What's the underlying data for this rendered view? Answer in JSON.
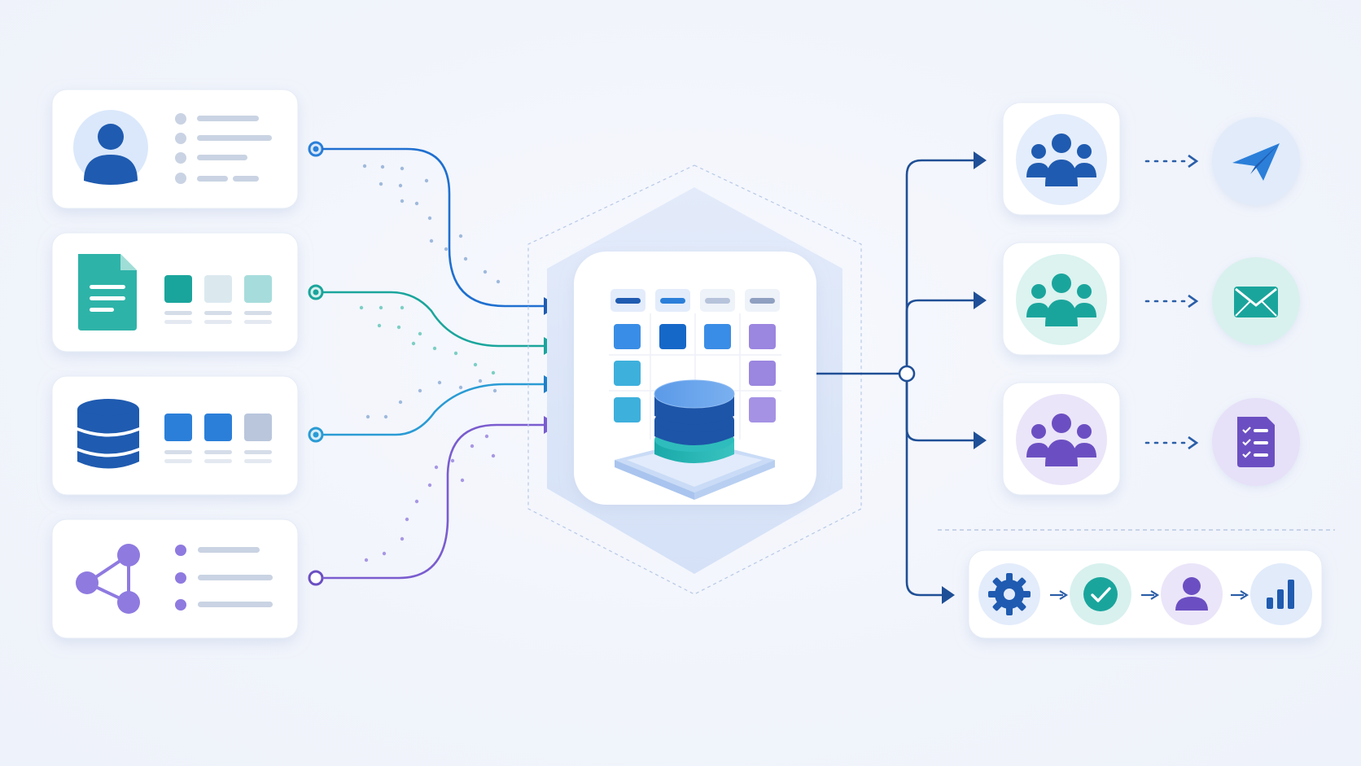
{
  "diagram": {
    "colors": {
      "background": "#f3f6fc",
      "card": "#ffffff",
      "card_shadow": "#d9e2f2",
      "blue_dark": "#1f5bb0",
      "blue": "#2b7fd9",
      "blue_light": "#dbe8fb",
      "teal": "#1aa59c",
      "teal_light": "#d7f1ee",
      "sky": "#34a8d6",
      "purple": "#7a5ccf",
      "purple_light": "#e8e1f8",
      "line_gray": "#c9d3e3"
    },
    "sources": [
      {
        "name": "user-profile-source",
        "icon": "user-icon",
        "color": "#1f5bb0"
      },
      {
        "name": "document-source",
        "icon": "document-icon",
        "color": "#1aa59c"
      },
      {
        "name": "database-source",
        "icon": "database-icon",
        "color": "#1f5bb0"
      },
      {
        "name": "network-graph-source",
        "icon": "share-network-icon",
        "color": "#7a5ccf"
      }
    ],
    "hub": {
      "icon": "data-warehouse-icon"
    },
    "outputs": [
      {
        "name": "blue-team",
        "icon": "team-icon",
        "target_icon": "send-icon",
        "color": "#1f5bb0"
      },
      {
        "name": "teal-team",
        "icon": "team-icon",
        "target_icon": "mail-icon",
        "color": "#1aa59c"
      },
      {
        "name": "purple-team",
        "icon": "team-icon",
        "target_icon": "report-icon",
        "color": "#6b4fc2"
      }
    ],
    "pipeline": {
      "steps": [
        "gear-icon",
        "check-icon",
        "user-icon",
        "bar-chart-icon"
      ]
    }
  }
}
